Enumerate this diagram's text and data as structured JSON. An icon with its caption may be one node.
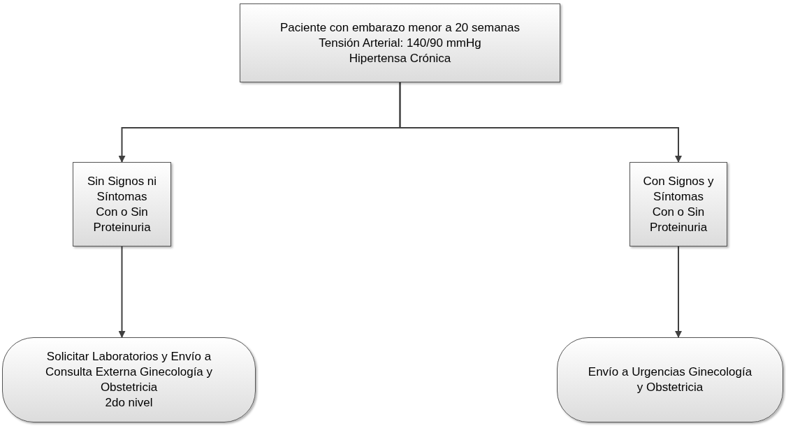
{
  "diagram": {
    "nodes": [
      {
        "text": [
          "Paciente con embarazo menor a 20 semanas",
          "Tensión Arterial:  140/90 mmHg",
          "Hipertensa Crónica"
        ]
      },
      {
        "text": [
          "Sin Signos ni Síntomas",
          "Con o Sin Proteinuria"
        ]
      },
      {
        "text": [
          "Con Signos y Síntomas",
          "Con o Sin Proteinuria"
        ]
      },
      {
        "text": [
          "Solicitar Laboratorios y Envío a Consulta Externa Ginecología y Obstetricia",
          "2do nivel"
        ]
      },
      {
        "text": [
          "Envío a Urgencias Ginecología y Obstetricia"
        ]
      }
    ],
    "edges": [
      {
        "from": 0,
        "to": 1,
        "arrow": "to"
      },
      {
        "from": 0,
        "to": 2,
        "arrow": "to"
      },
      {
        "from": 1,
        "to": 3,
        "arrow": "to"
      },
      {
        "from": 2,
        "to": 4,
        "arrow": "to"
      }
    ]
  }
}
